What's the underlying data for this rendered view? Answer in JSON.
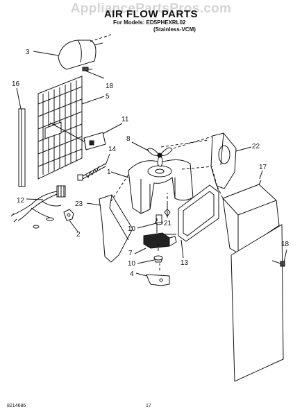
{
  "watermark": "AppliancePartsPros.com",
  "title": "AIR FLOW PARTS",
  "models_line1": "For Models: ED5PHEXRL02",
  "models_line2": "(Stainless-VCM)",
  "callouts": [
    "1",
    "2",
    "3",
    "4",
    "5",
    "7",
    "8",
    "10",
    "10",
    "11",
    "12",
    "13",
    "14",
    "16",
    "17",
    "18",
    "18",
    "21",
    "22",
    "23"
  ],
  "footer": {
    "doc_number": "8214686",
    "page_number": "17"
  }
}
